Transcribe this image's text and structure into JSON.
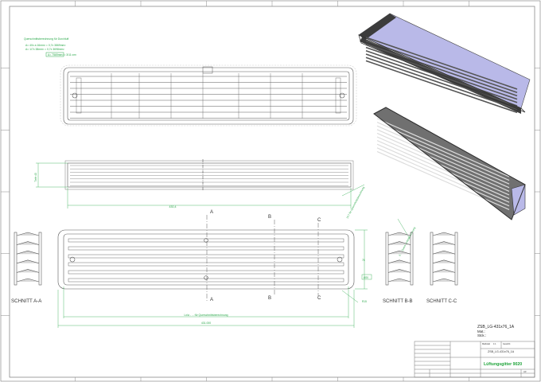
{
  "notes": {
    "heading": "Querschnittsberechnung für Durchluft",
    "line1": "A=   40x a 16mm² = 0,7x 3869mm²",
    "line2": "A=   1/7x 38mm² = 0,7x 3698mm²",
    "line3": "A=  7569mm²   ≈ 3/11 cm²"
  },
  "dims": {
    "overall_length": "431.000",
    "inner_length": "430,4",
    "free_cross": "Lx/a  - ... für Querschnittsberechnung",
    "depth_label": "Tiefe 40",
    "height_right": "5",
    "width_right": "76",
    "dia_right": "Ø20",
    "radius": "R15",
    "diag_1": "10,7 für Querschnittsberechnung",
    "diag_2": "6 für Querschnittsberechnung"
  },
  "section_marks": {
    "a": "A",
    "b": "B",
    "c": "C"
  },
  "section_titles": {
    "aa": "SCHNITT A-A",
    "bb": "SCHNITT B-B",
    "cc": "SCHNITT C-C"
  },
  "part": {
    "drawing_no": "ZSB_LG-431x76_1A",
    "material": "Mat.:",
    "quantity": "Stck.:",
    "title": "Lüftungsgitter  9020",
    "tb_drawing_no": "ZSB_LG-431x76_1A",
    "sheet": "A3",
    "scale_label": "Maßstab",
    "scale": "1:1",
    "weight_label": "Gewicht"
  },
  "colors": {
    "line": "#5a5a5a",
    "dim": "#2aa84a",
    "title_green": "#1fa43a",
    "iso_fill": "#707070",
    "iso_dark": "#3c3c3c",
    "iso_side": "#b9b9e8"
  }
}
